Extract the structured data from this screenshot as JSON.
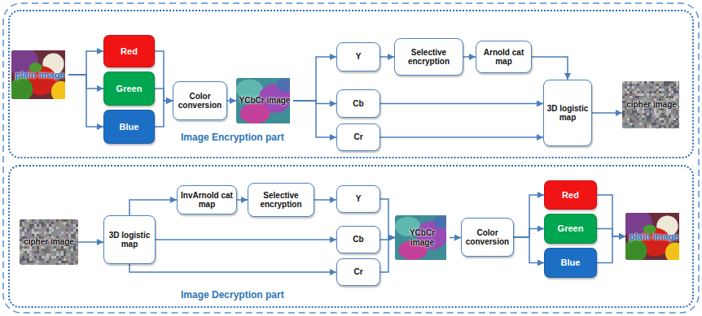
{
  "diagram": {
    "nodes": [
      {
        "text": [
          "Image Encryption part"
        ]
      },
      {
        "text": [
          "plain image"
        ],
        "in": 0
      },
      {
        "text": [
          "Red"
        ],
        "in": 0
      },
      {
        "text": [
          "Green"
        ],
        "in": 0
      },
      {
        "text": [
          "Blue"
        ],
        "in": 0
      },
      {
        "text": [
          "Color conversion"
        ],
        "in": 0
      },
      {
        "text": [
          "YCbCr image"
        ],
        "in": 0
      },
      {
        "text": [
          "Y"
        ],
        "in": 0
      },
      {
        "text": [
          "Cb"
        ],
        "in": 0
      },
      {
        "text": [
          "Cr"
        ],
        "in": 0
      },
      {
        "text": [
          "Selective encryption"
        ],
        "in": 0
      },
      {
        "text": [
          "Arnold cat map"
        ],
        "in": 0
      },
      {
        "text": [
          "3D logistic map"
        ],
        "in": 0
      },
      {
        "text": [
          "cipher image"
        ],
        "in": 0
      },
      {
        "text": [
          "Image Decryption part"
        ]
      },
      {
        "text": [
          "cipher image"
        ],
        "in": 14
      },
      {
        "text": [
          "3D logistic map"
        ],
        "in": 14
      },
      {
        "text": [
          "InvArnold cat map"
        ],
        "in": 14
      },
      {
        "text": [
          "Selective encryption"
        ],
        "in": 14
      },
      {
        "text": [
          "Y"
        ],
        "in": 14
      },
      {
        "text": [
          "Cb"
        ],
        "in": 14
      },
      {
        "text": [
          "Cr"
        ],
        "in": 14
      },
      {
        "text": [
          "YCbCr image"
        ],
        "in": 14
      },
      {
        "text": [
          "Color conversion"
        ],
        "in": 14
      },
      {
        "text": [
          "Red"
        ],
        "in": 14
      },
      {
        "text": [
          "Green"
        ],
        "in": 14
      },
      {
        "text": [
          "Blue"
        ],
        "in": 14
      },
      {
        "text": [
          "plain image"
        ],
        "in": 14
      }
    ],
    "edges": [
      {
        "from": 1,
        "to": 2,
        "arrow": "to"
      },
      {
        "from": 1,
        "to": 3,
        "arrow": "to"
      },
      {
        "from": 1,
        "to": 4,
        "arrow": "to"
      },
      {
        "from": 2,
        "to": 5,
        "arrow": "to"
      },
      {
        "from": 3,
        "to": 5,
        "arrow": "to"
      },
      {
        "from": 4,
        "to": 5,
        "arrow": "to"
      },
      {
        "from": 5,
        "to": 6,
        "arrow": "to"
      },
      {
        "from": 6,
        "to": 7,
        "arrow": "to"
      },
      {
        "from": 6,
        "to": 8,
        "arrow": "to"
      },
      {
        "from": 6,
        "to": 9,
        "arrow": "to"
      },
      {
        "from": 7,
        "to": 10,
        "arrow": "to"
      },
      {
        "from": 10,
        "to": 11,
        "arrow": "to"
      },
      {
        "from": 11,
        "to": 12,
        "arrow": "to"
      },
      {
        "from": 8,
        "to": 12,
        "arrow": "to"
      },
      {
        "from": 9,
        "to": 12,
        "arrow": "to"
      },
      {
        "from": 12,
        "to": 13,
        "arrow": "to"
      },
      {
        "from": 15,
        "to": 16,
        "arrow": "to"
      },
      {
        "from": 16,
        "to": 17,
        "arrow": "to"
      },
      {
        "from": 17,
        "to": 18,
        "arrow": "to"
      },
      {
        "from": 18,
        "to": 19,
        "arrow": "to"
      },
      {
        "from": 16,
        "to": 20,
        "arrow": "to"
      },
      {
        "from": 16,
        "to": 21,
        "arrow": "to"
      },
      {
        "from": 19,
        "to": 22,
        "arrow": "to"
      },
      {
        "from": 20,
        "to": 22,
        "arrow": "to"
      },
      {
        "from": 21,
        "to": 22,
        "arrow": "to"
      },
      {
        "from": 22,
        "to": 23,
        "arrow": "to"
      },
      {
        "from": 23,
        "to": 24,
        "arrow": "to"
      },
      {
        "from": 23,
        "to": 25,
        "arrow": "to"
      },
      {
        "from": 23,
        "to": 26,
        "arrow": "to"
      },
      {
        "from": 24,
        "to": 27,
        "arrow": "to"
      },
      {
        "from": 25,
        "to": 27,
        "arrow": "to"
      },
      {
        "from": 26,
        "to": 27,
        "arrow": "to"
      }
    ]
  }
}
